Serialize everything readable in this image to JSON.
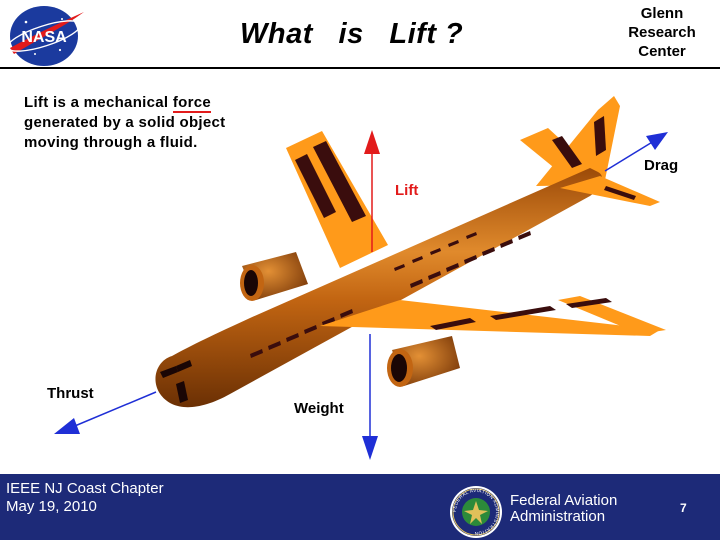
{
  "slide": {
    "title": "What   is   Lift ?",
    "center_name": [
      "Glenn",
      "Research",
      "Center"
    ],
    "logo_text": "NASA",
    "definition_lines": [
      "Lift  is  a  mechanical ",
      "force",
      "generated  by  a  solid  object",
      "moving  through  a  fluid."
    ]
  },
  "diagram": {
    "forces": {
      "lift": "Lift",
      "drag": "Drag",
      "thrust": "Thrust",
      "weight": "Weight"
    },
    "colors": {
      "lift_arrow": "#e21b1b",
      "other_arrows": "#1f2fd6",
      "airplane_body": "#c8650e",
      "wings": "#ff9a1a",
      "windows": "#3a0d0d"
    }
  },
  "footer": {
    "organization_lines": [
      "IEEE NJ Coast Chapter",
      "May 19, 2010"
    ],
    "agency_lines": [
      "Federal Aviation",
      "Administration"
    ],
    "seal_text": "FEDERAL AVIATION ADMINISTRATION",
    "page_number": "7",
    "background": "#1d2a78"
  }
}
